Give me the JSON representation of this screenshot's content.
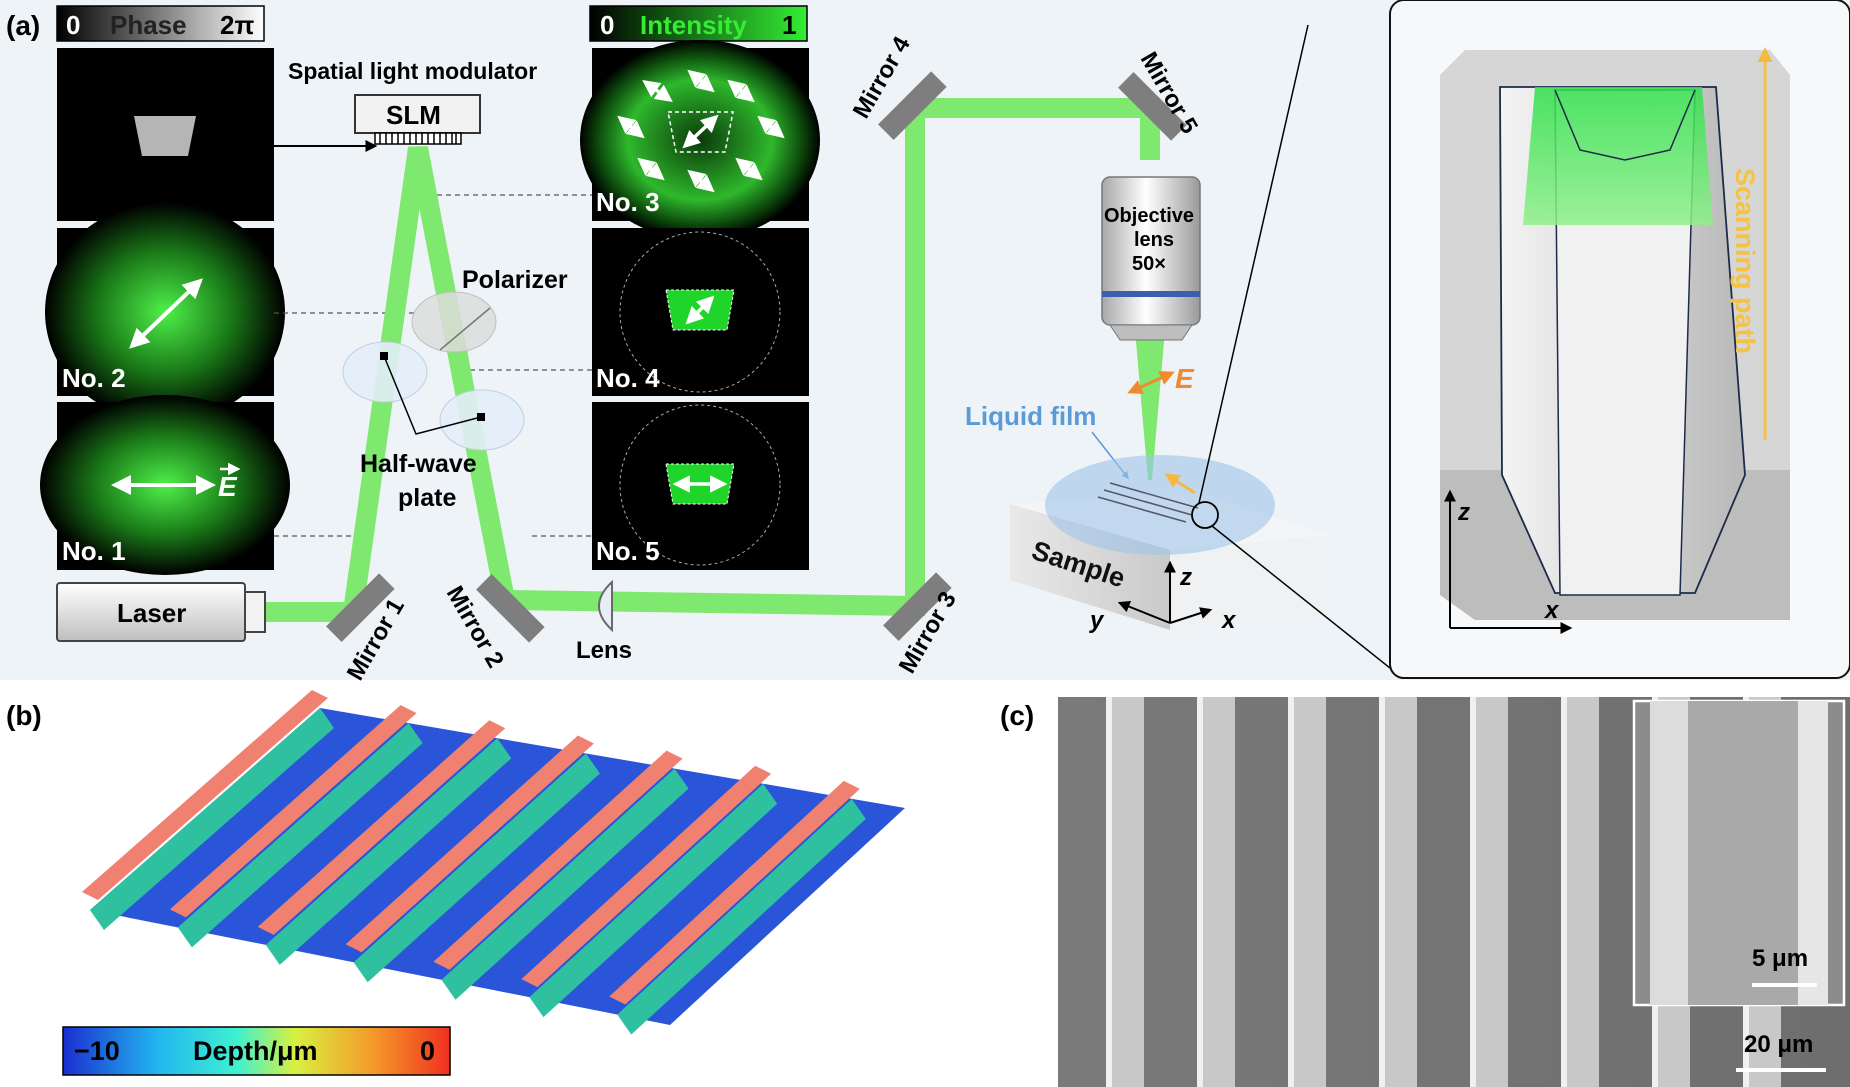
{
  "panels": {
    "a": "(a)",
    "b": "(b)",
    "c": "(c)"
  },
  "phase_bar": {
    "min": "0",
    "title": "Phase",
    "max": "2π"
  },
  "intensity_bar": {
    "min": "0",
    "title": "Intensity",
    "max": "1"
  },
  "slm": {
    "title": "Spatial light modulator",
    "label": "SLM"
  },
  "laser_label": "Laser",
  "mirrors": {
    "m1": "Mirror 1",
    "m2": "Mirror 2",
    "m3": "Mirror 3",
    "m4": "Mirror 4",
    "m5": "Mirror 5"
  },
  "lens_label": "Lens",
  "polarizer_label": "Polarizer",
  "halfwave": {
    "line1": "Half-wave",
    "line2": "plate"
  },
  "objective": {
    "line1": "Objective",
    "line2": "lens",
    "line3": "50×"
  },
  "field_label": "E",
  "e_vector": "E",
  "liquid_film_label": "Liquid film",
  "sample_label": "Sample",
  "axes": {
    "x": "x",
    "y": "y",
    "z": "z"
  },
  "beam_states": {
    "no1": "No. 1",
    "no2": "No. 2",
    "no3": "No. 3",
    "no4": "No. 4",
    "no5": "No. 5"
  },
  "inset": {
    "scan_label": "Scanning path",
    "axis_z": "z",
    "axis_x": "x"
  },
  "depth_bar": {
    "min": "−10",
    "title": "Depth/μm",
    "max": "0"
  },
  "sem": {
    "scale_main": "20 μm",
    "scale_inset": "5 μm"
  },
  "colors": {
    "beam": "#7ee86f",
    "panel_bg": "#eef3f8",
    "accent_orange": "#f08a2c",
    "film_blue": "#5b9bd5",
    "scan_yellow": "#f5c242"
  }
}
